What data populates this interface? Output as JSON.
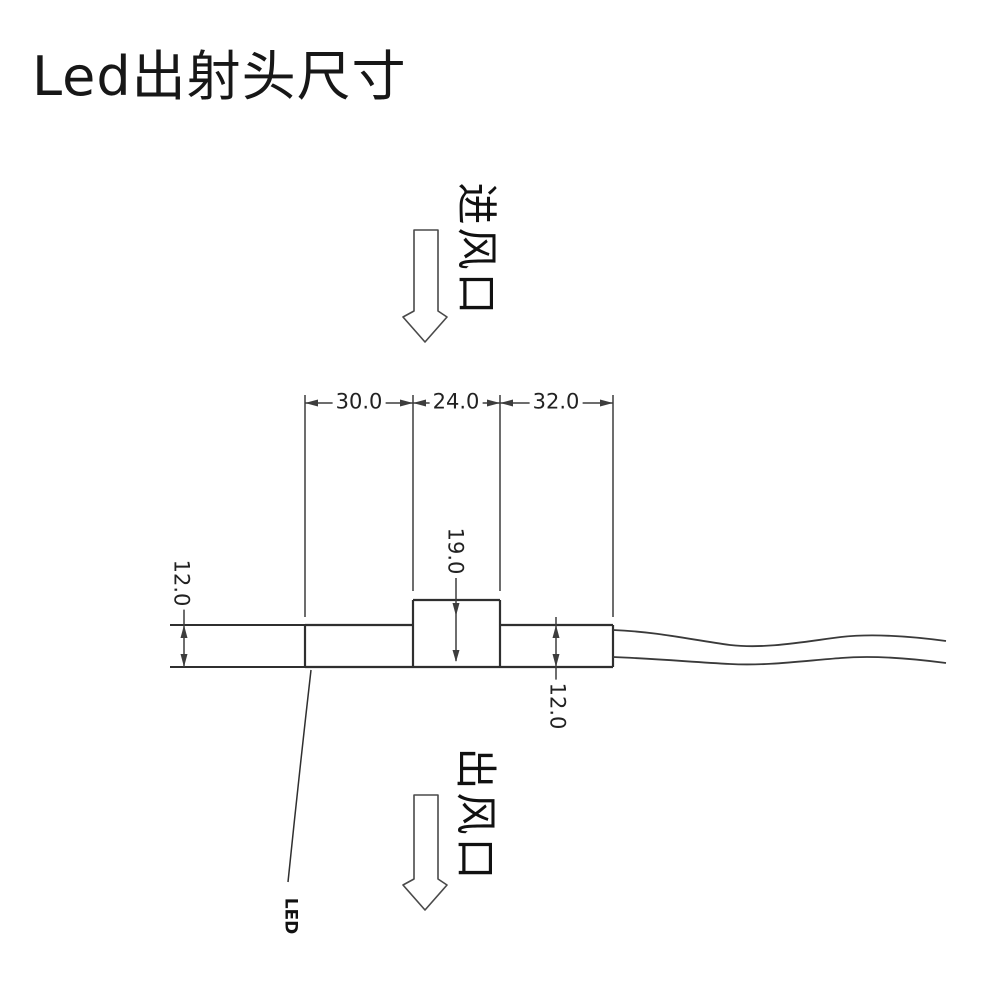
{
  "title": "Led出射头尺寸",
  "annotations": {
    "air_inlet": "进风口",
    "air_outlet": "出风口",
    "led_label": "LED"
  },
  "dimensions": {
    "top_widths": [
      "30.0",
      "24.0",
      "32.0"
    ],
    "left_height": "12.0",
    "center_height": "19.0",
    "right_height": "12.0"
  },
  "colors": {
    "background": "#ffffff",
    "body_line": "#2f2f2f",
    "dimension_line": "#3d3d3d",
    "arrow_outline": "#4a4a4a",
    "text": "#1c1c1c"
  }
}
